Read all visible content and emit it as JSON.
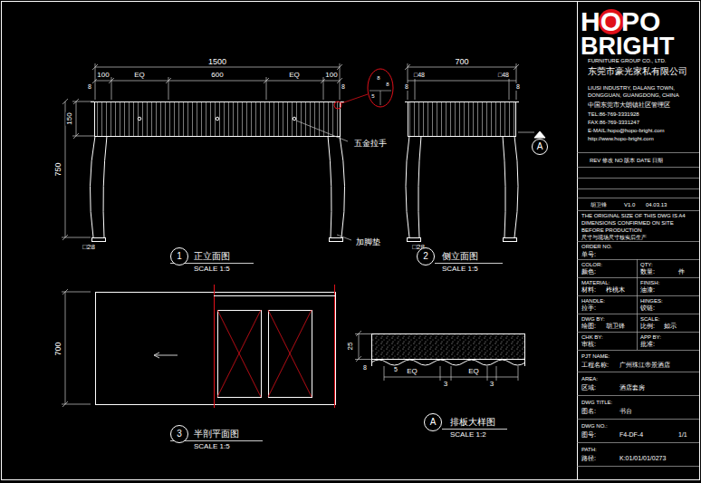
{
  "diagram": {
    "nodes": [
      {
        "text": [
          "A"
        ]
      },
      {
        "text": [
          "1"
        ]
      },
      {
        "text": [
          "2"
        ]
      },
      {
        "text": [
          "3"
        ]
      },
      {
        "text": [
          "A"
        ]
      }
    ],
    "labels": [
      "1500",
      "100",
      "EQ",
      "600",
      "EQ",
      "100",
      "8",
      "8",
      "150",
      "750",
      "五金拉手",
      "加脚垫",
      "□28",
      "正立面图",
      "SCALE 1:5",
      "8",
      "8",
      "5",
      "700",
      "□48",
      "8",
      "□48",
      "8",
      "□28",
      "侧立面图",
      "SCALE 1:5",
      "700",
      "半剖平面图",
      "SCALE 1:5",
      "25",
      "8",
      "5",
      "EQ",
      "EQ",
      "3",
      "3",
      "排板大样图",
      "SCALE 1:2",
      "HOPO",
      "BRIGHT",
      "FURNITURE GROUP CO., LTD.",
      "东莞市豪光家私有限公司",
      "LIUSI INDUSTRY, DALANG TOWN,",
      "DONGGUAN, GUANGDONG, CHINA",
      "中国东莞市大朗镇社区管理区",
      "TEL:86-769-3331928",
      "FAX:86-769-3331247",
      "E-MAIL:hopo@hopo-bright.com",
      "http://www.hopo-bright.com",
      "REV 修改  NO 版本  DATE 日期",
      "胡卫锋",
      "V1.0",
      "04.03.13",
      "THE ORIGINAL SIZE OF THIS DWG IS A4",
      "DIMENSIONS CONFIRMED ON SITE",
      "BEFORE PRODUCTION",
      "尺寸与现场尺寸核实后生产",
      "ORDER NO.",
      "单号:",
      "COLOR:",
      "QTY:",
      "颜色:",
      "数量:",
      "件",
      "MATERIAL:",
      "FINISH:",
      "材料:",
      "柞桃木",
      "油漆:",
      "HANDLE:",
      "HINGES:",
      "拉手:",
      "铰链:",
      "DWG BY:",
      "SCALE:",
      "绘图:",
      "胡卫锋",
      "比例:",
      "如示",
      "CHK BY:",
      "APP BY:",
      "审核:",
      "批准:",
      "PJT NAME:",
      "工程名称:",
      "广州珠江帝景酒店",
      "AREA:",
      "区域:",
      "酒店套房",
      "DWG TITLE:",
      "图名:",
      "书台",
      "DWG NO.:",
      "图号:",
      "F4-DF-4",
      "1/1",
      "PATH:",
      "路径:",
      "K:01/01/01/0273"
    ]
  }
}
